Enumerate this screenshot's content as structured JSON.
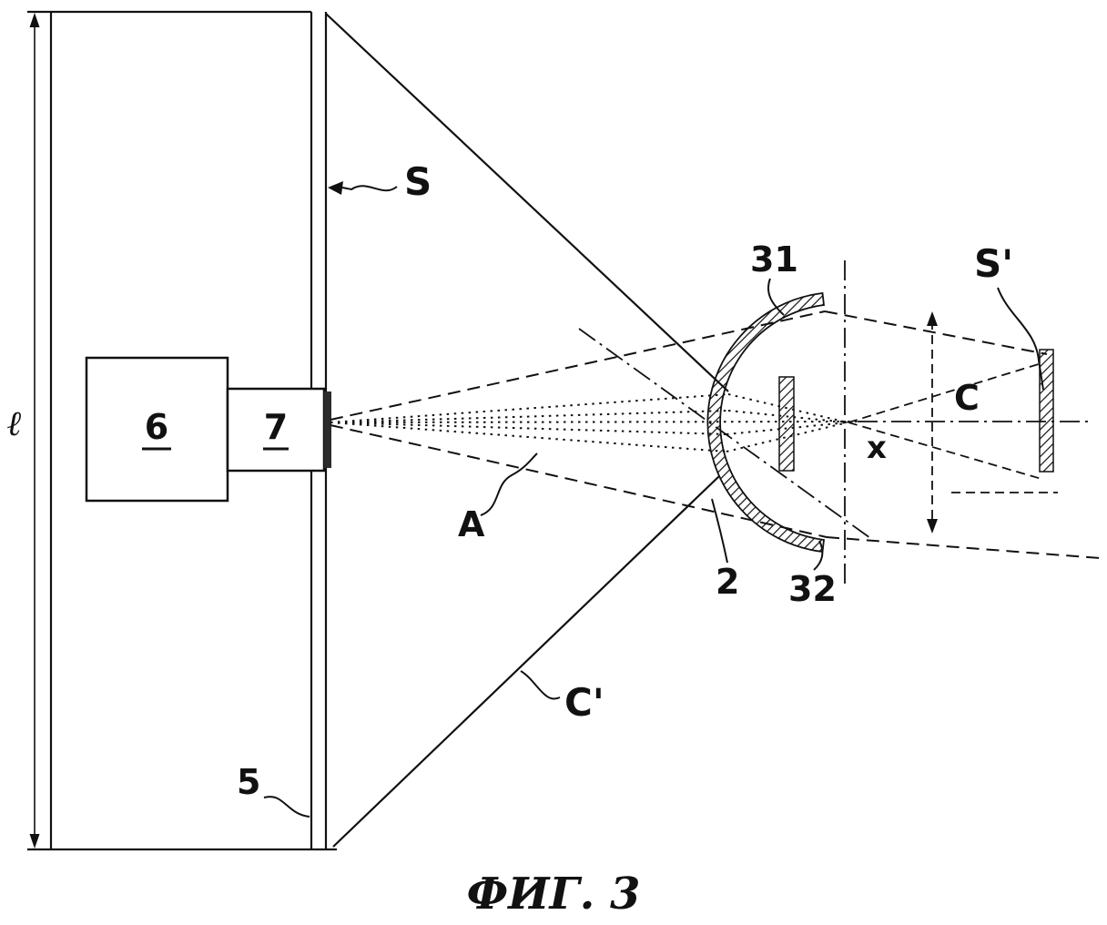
{
  "figure": {
    "title": "ФИГ. 3",
    "labels": {
      "length": "ℓ",
      "panel": "5",
      "block_source": "6",
      "block_emitter": "7",
      "screen": "S",
      "cone_lower": "C'",
      "axis_beam": "A",
      "lens": "2",
      "lens_upper": "31",
      "lens_lower": "32",
      "focus": "x",
      "image_width": "C",
      "image_screen": "S'"
    },
    "colors": {
      "ink": "#111111",
      "paper": "#ffffff"
    }
  }
}
